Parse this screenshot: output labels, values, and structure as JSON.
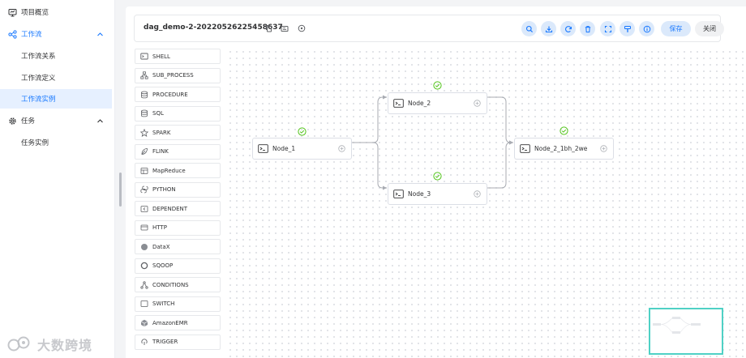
{
  "sidebar": {
    "items": [
      {
        "label": "项目概览",
        "icon": "monitor-icon"
      },
      {
        "label": "工作流",
        "icon": "workflow-icon"
      },
      {
        "label": "工作流关系"
      },
      {
        "label": "工作流定义"
      },
      {
        "label": "工作流实例"
      },
      {
        "label": "任务",
        "icon": "gear-icon"
      },
      {
        "label": "任务实例"
      }
    ]
  },
  "header": {
    "title": "dag_demo-2-20220526225458637",
    "save_label": "保存",
    "close_label": "关闭",
    "tools": [
      "search-icon",
      "download-icon",
      "refresh-icon",
      "delete-icon",
      "fullscreen-icon",
      "format-icon",
      "info-icon"
    ]
  },
  "palette": {
    "tasks": [
      {
        "label": "SHELL",
        "icon": "terminal-icon"
      },
      {
        "label": "SUB_PROCESS",
        "icon": "hierarchy-icon"
      },
      {
        "label": "PROCEDURE",
        "icon": "database-icon"
      },
      {
        "label": "SQL",
        "icon": "database-icon"
      },
      {
        "label": "SPARK",
        "icon": "star-icon"
      },
      {
        "label": "FLINK",
        "icon": "flink-icon"
      },
      {
        "label": "MapReduce",
        "icon": "mapreduce-icon"
      },
      {
        "label": "PYTHON",
        "icon": "python-icon"
      },
      {
        "label": "DEPENDENT",
        "icon": "dependent-icon"
      },
      {
        "label": "HTTP",
        "icon": "http-icon"
      },
      {
        "label": "DataX",
        "icon": "datax-icon"
      },
      {
        "label": "SQOOP",
        "icon": "sqoop-icon"
      },
      {
        "label": "CONDITIONS",
        "icon": "conditions-icon"
      },
      {
        "label": "SWITCH",
        "icon": "switch-icon"
      },
      {
        "label": "AmazonEMR",
        "icon": "emr-icon"
      },
      {
        "label": "TRIGGER",
        "icon": "trigger-icon"
      }
    ]
  },
  "dag": {
    "nodes": [
      {
        "label": "Node_1",
        "status": "success"
      },
      {
        "label": "Node_2",
        "status": "success"
      },
      {
        "label": "Node_3",
        "status": "success"
      },
      {
        "label": "Node_2_1bh_2we",
        "status": "success"
      }
    ]
  },
  "watermark": {
    "text": "大数跨境"
  },
  "colors": {
    "accent": "#1677ff",
    "success": "#52c41a",
    "minimap_border": "#4fd1c5"
  }
}
